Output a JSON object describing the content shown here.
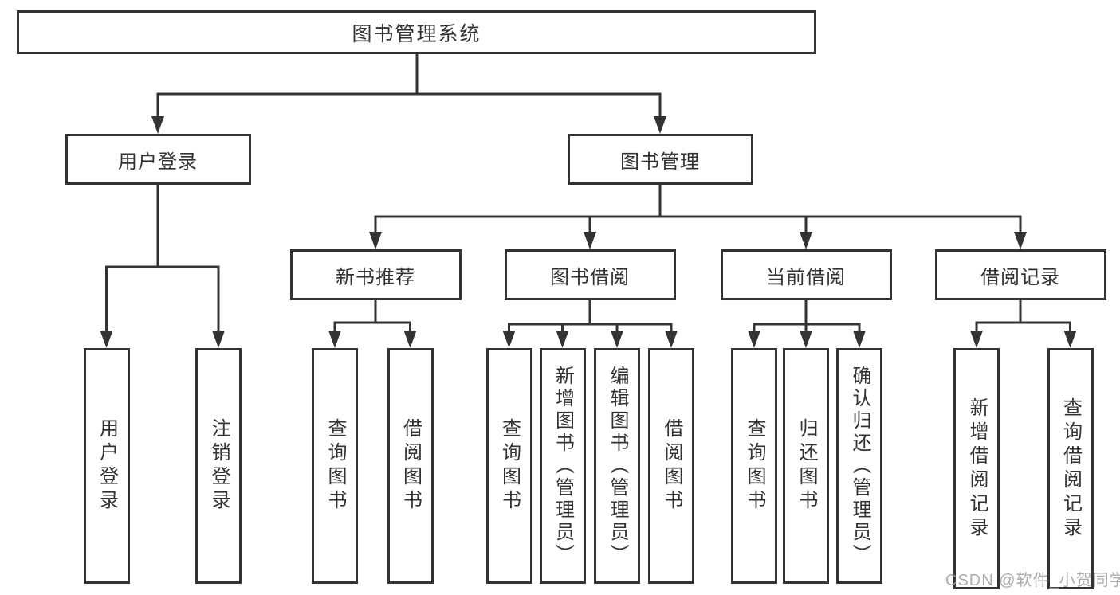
{
  "diagram": {
    "title": "图书管理系统",
    "root": {
      "label": "图书管理系统"
    },
    "level2": [
      {
        "label": "用户登录"
      },
      {
        "label": "图书管理"
      }
    ],
    "level3": [
      {
        "label": "新书推荐"
      },
      {
        "label": "图书借阅"
      },
      {
        "label": "当前借阅"
      },
      {
        "label": "借阅记录"
      }
    ],
    "leaves": {
      "user_login": [
        {
          "label": "用户登录"
        },
        {
          "label": "注销登录"
        }
      ],
      "new_book": [
        {
          "label": "查询图书"
        },
        {
          "label": "借阅图书"
        }
      ],
      "book_borrow": [
        {
          "label": "查询图书"
        },
        {
          "label": "新增图书（管理员）"
        },
        {
          "label": "编辑图书（管理员）"
        },
        {
          "label": "借阅图书"
        }
      ],
      "current_borrow": [
        {
          "label": "查询图书"
        },
        {
          "label": "归还图书"
        },
        {
          "label": "确认归还（管理员）"
        }
      ],
      "borrow_records": [
        {
          "label": "新增借阅记录"
        },
        {
          "label": "查询借阅记录"
        }
      ]
    },
    "colors": {
      "line": "#333333",
      "box_border": "#333333",
      "box_fill": "#ffffff",
      "text": "#333333",
      "watermark": "#9e9e9e"
    }
  },
  "watermark": {
    "text": "CSDN @软件_小贺同学"
  }
}
